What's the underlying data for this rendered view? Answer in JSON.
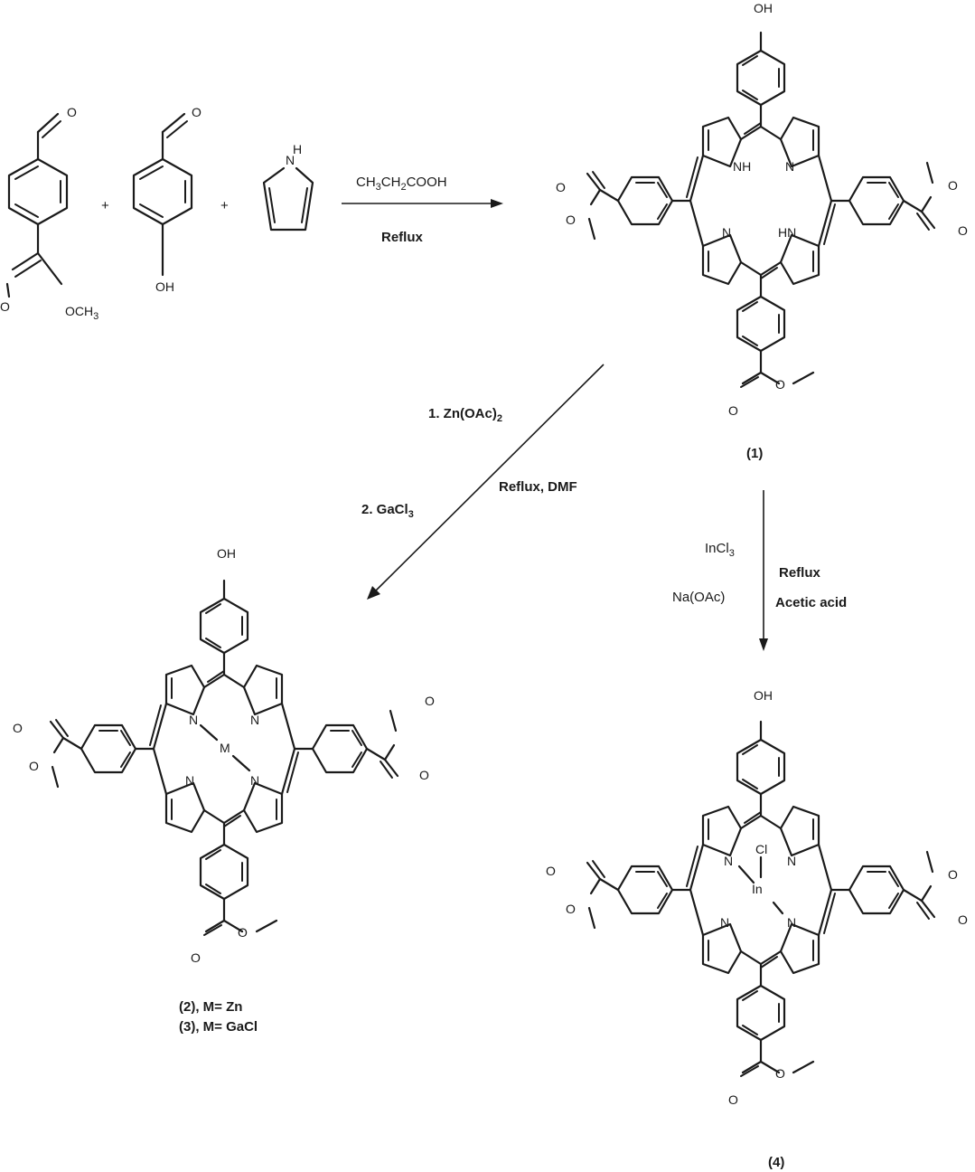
{
  "reactants": {
    "aldehyde_ester": {
      "carbonyl_o": "O",
      "ester_o": "O",
      "ester_ome": "OCH",
      "ester_ome_sub": "3"
    },
    "plus_1": "+",
    "hydroxybenzaldehyde": {
      "carbonyl_o": "O",
      "hydroxy": "OH"
    },
    "plus_2": "+",
    "pyrrole": {
      "nh": "N",
      "h": "H"
    }
  },
  "step1": {
    "above": [
      "CH",
      "3",
      "CH",
      "2",
      "COOH"
    ],
    "below": "Reflux"
  },
  "step2": {
    "line1_pre": "1. Zn(OAc)",
    "line1_sub": "2",
    "line2": "Reflux, DMF",
    "line3_pre": "2. GaCl",
    "line3_sub": "3"
  },
  "step3": {
    "reagent1_pre": "InCl",
    "reagent1_sub": "3",
    "reagent2": "Na(OAc)",
    "cond1": "Reflux",
    "cond2": "Acetic acid"
  },
  "compounds": {
    "c1": {
      "label": "(1)",
      "n1": "NH",
      "n2": "N",
      "n3": "N",
      "n4": "HN",
      "oh": "OH"
    },
    "c23": {
      "label_a": "(2), M= Zn",
      "label_b": "(3), M= GaCl",
      "metal": "M",
      "n": "N",
      "oh": "OH"
    },
    "c4": {
      "label": "(4)",
      "metal": "In",
      "axial": "Cl",
      "n": "N",
      "oh": "OH"
    }
  },
  "atoms": {
    "o": "O"
  }
}
